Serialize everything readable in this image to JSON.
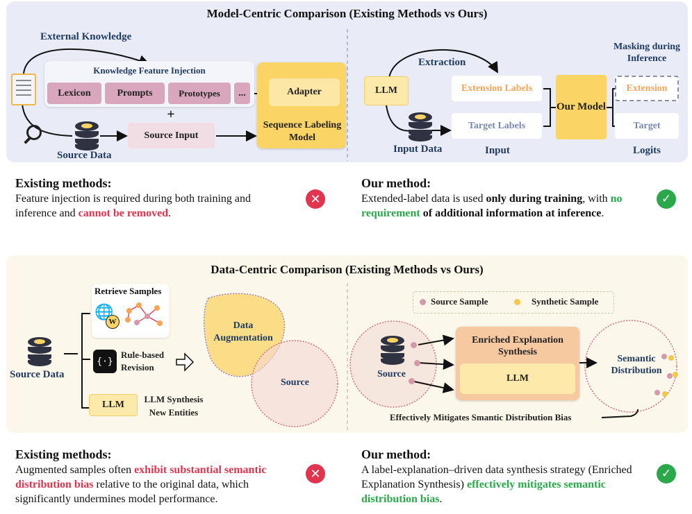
{
  "top": {
    "title": "Model-Centric Comparison (Existing Methods vs Ours)",
    "external_knowledge": "External Knowledge",
    "kfi_title": "Knowledge Feature Injection",
    "kfi_items": [
      "Lexicon",
      "Prompts",
      "Prototypes",
      "..."
    ],
    "plus": "+",
    "source_input": "Source Input",
    "source_data": "Source Data",
    "adapter": "Adapter",
    "seq_model": "Sequence Labeling Model",
    "llm": "LLM",
    "extraction": "Extraction",
    "input_data": "Input Data",
    "extension_labels": "Extension Labels",
    "target_labels": "Target Labels",
    "input": "Input",
    "our_model": "Our Model",
    "masking": "Masking during Inference",
    "extension": "Extension",
    "target": "Target",
    "logits": "Logits"
  },
  "mid": {
    "left_heading": "Existing methods:",
    "left_text_1": "Feature injection is required during both training and inference and ",
    "left_highlight": "cannot be removed",
    "left_text_2": ".",
    "right_heading": "Our method:",
    "right_text_1": "Extended-label data is used ",
    "right_bold_1": "only during training",
    "right_text_2": ", with ",
    "right_green": "no requirement",
    "right_bold_2": " of additional information at inference",
    "right_text_3": "."
  },
  "bottom": {
    "title": "Data-Centric Comparison (Existing Methods vs Ours)",
    "retrieve": "Retrieve Samples",
    "rule_based": "Rule-based Revision",
    "llm": "LLM",
    "llm_synthesis": "LLM Synthesis New Entities",
    "source_data": "Source Data",
    "data_aug": "Data Augmentation",
    "source": "Source",
    "legend_source": "Source Sample",
    "legend_synthetic": "Synthetic Sample",
    "source_right": "Source",
    "enriched": "Enriched Explanation Synthesis",
    "llm_right": "LLM",
    "semantic": "Semantic Distribution",
    "mitigates": "Effectively Mitigates Smantic Distribution Bias"
  },
  "footer": {
    "left_heading": "Existing methods:",
    "left_text_1": "Augmented samples often ",
    "left_highlight": "exhibit substantial semantic distribution bias",
    "left_text_2": " relative to the original data, which significantly undermines model performance.",
    "right_heading": "Our method:",
    "right_text_1": "A label-explanation–driven data synthesis strategy (Enriched Explanation Synthesis) ",
    "right_green": "effectively mitigates semantic distribution bias",
    "right_text_2": "."
  },
  "colors": {
    "top_panel": "#e9ecf7",
    "bottom_panel": "#fbf7ea",
    "navy": "#1f3a5f",
    "pink": "#d9a7bd",
    "yellow": "#fbd466",
    "orange": "#f7c9a1",
    "red": "#e0344f",
    "green": "#2ba84a"
  }
}
